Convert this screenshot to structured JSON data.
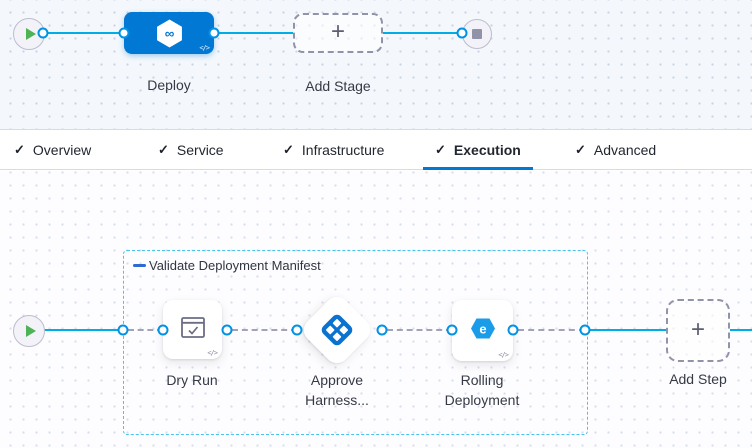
{
  "pipeline": {
    "stage_label": "Deploy",
    "add_stage_label": "Add Stage"
  },
  "tabs": {
    "items": [
      {
        "label": "Overview"
      },
      {
        "label": "Service"
      },
      {
        "label": "Infrastructure"
      },
      {
        "label": "Execution"
      },
      {
        "label": "Advanced"
      }
    ],
    "active": "Execution"
  },
  "execution": {
    "group_label": "Validate Deployment Manifest",
    "steps": [
      {
        "label": "Dry Run"
      },
      {
        "label": "Approve Harness..."
      },
      {
        "label": "Rolling Deployment"
      }
    ],
    "add_step_label": "Add Step"
  },
  "icons": {
    "check": "✓",
    "plus": "+",
    "code": "</>",
    "infinity": "∞",
    "rolling_glyph": "e"
  },
  "colors": {
    "accent_blue": "#0278d5",
    "line_blue": "#00ade4",
    "connector_blue": "#0092e4",
    "group_border_cyan": "#47c4ee",
    "play_green": "#4eb256",
    "dashed_gray": "#a2a3b7"
  }
}
